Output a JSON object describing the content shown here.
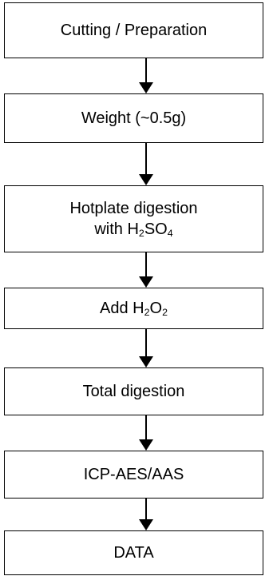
{
  "diagram": {
    "steps": [
      {
        "parts": [
          "Cutting / Preparation"
        ]
      },
      {
        "parts": [
          "Weight (~0.5g)"
        ]
      },
      {
        "parts": [
          "Hotplate digestion"
        ],
        "line2": [
          "with H",
          "2",
          "SO",
          "4"
        ]
      },
      {
        "parts": [
          "Add H",
          "2",
          "O",
          "2"
        ]
      },
      {
        "parts": [
          "Total digestion"
        ]
      },
      {
        "parts": [
          "ICP-AES/AAS"
        ]
      },
      {
        "parts": [
          "DATA"
        ]
      }
    ],
    "line_color": "#000000"
  }
}
